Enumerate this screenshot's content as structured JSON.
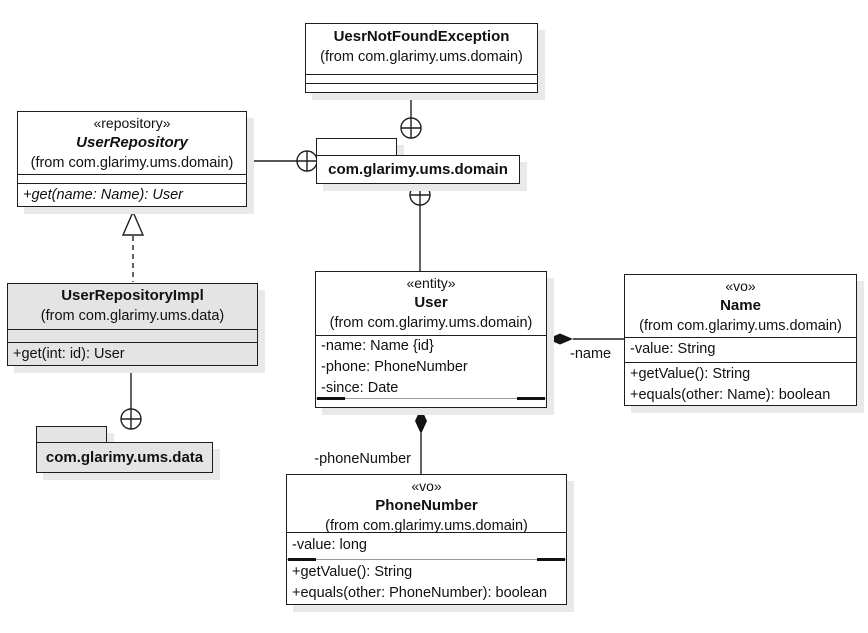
{
  "diagram": {
    "kind": "uml-class-diagram"
  },
  "classes": {
    "uesr_not_found_exception": {
      "name": "UesrNotFoundException",
      "from": "(from com.glarimy.ums.domain)"
    },
    "user_repository": {
      "stereotype": "«repository»",
      "name": "UserRepository",
      "from": "(from com.glarimy.ums.domain)",
      "operations": [
        "+get(name: Name): User"
      ]
    },
    "user_repository_impl": {
      "name": "UserRepositoryImpl",
      "from": "(from com.glarimy.ums.data)",
      "operations": [
        "+get(int: id): User"
      ]
    },
    "user": {
      "stereotype": "«entity»",
      "name": "User",
      "from": "(from com.glarimy.ums.domain)",
      "attributes": [
        "-name: Name {id}",
        "-phone: PhoneNumber",
        "-since: Date"
      ]
    },
    "name": {
      "stereotype": "«vo»",
      "name": "Name",
      "from": "(from com.glarimy.ums.domain)",
      "attributes": [
        "-value: String"
      ],
      "operations": [
        "+getValue(): String",
        "+equals(other: Name): boolean"
      ]
    },
    "phone_number": {
      "stereotype": "«vo»",
      "name": "PhoneNumber",
      "from": "(from com.glarimy.ums.domain)",
      "attributes": [
        "-value: long"
      ],
      "operations": [
        "+getValue(): String",
        "+equals(other: PhoneNumber): boolean"
      ]
    }
  },
  "packages": {
    "domain": {
      "name": "com.glarimy.ums.domain"
    },
    "data": {
      "name": "com.glarimy.ums.data"
    }
  },
  "edges": {
    "name_role": "-name",
    "phone_role": "-phoneNumber"
  },
  "colors": {
    "border": "#1d1d1d",
    "node_fill": "#ffffff",
    "impl_fill": "#e4e4e4",
    "shadow": "#e9e9e9"
  }
}
